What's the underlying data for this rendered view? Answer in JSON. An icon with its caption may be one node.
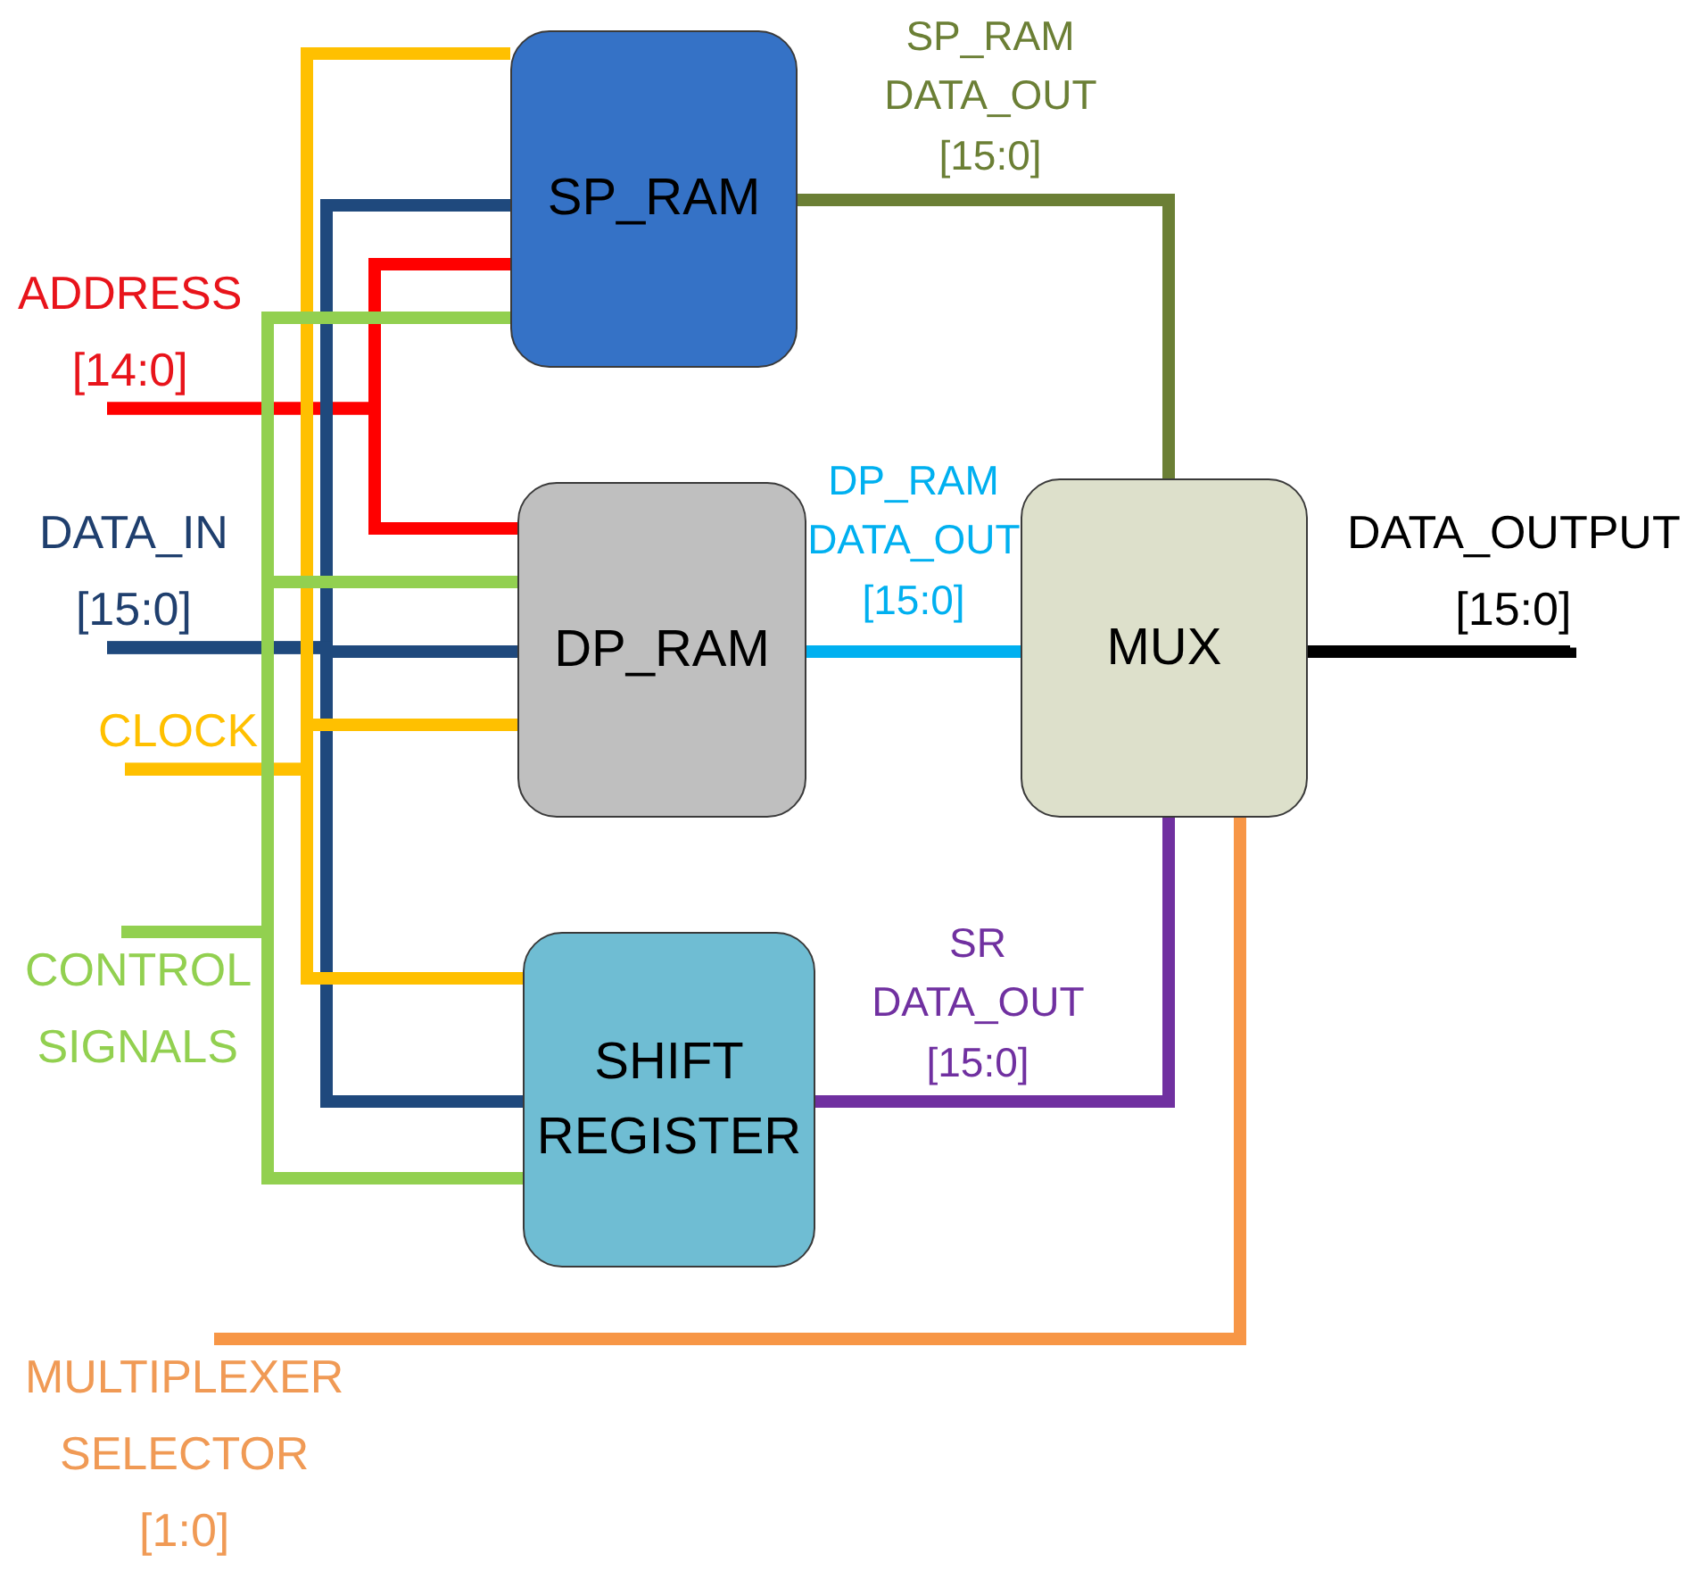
{
  "diagram": {
    "nodes": [
      {
        "text": [
          "SP_RAM"
        ]
      },
      {
        "text": [
          "DP_RAM"
        ]
      },
      {
        "text": [
          "SHIFT REGISTER"
        ]
      },
      {
        "text": [
          "MUX"
        ]
      },
      {
        "text": [
          "ADDRESS [14:0]"
        ]
      },
      {
        "text": [
          "DATA_IN [15:0]"
        ]
      },
      {
        "text": [
          "CLOCK"
        ]
      },
      {
        "text": [
          "CONTROL SIGNALS"
        ]
      },
      {
        "text": [
          "MULTIPLEXER SELECTOR [1:0]"
        ]
      },
      {
        "text": [
          "DATA_OUTPUT [15:0]"
        ]
      }
    ],
    "edges": [
      {
        "from": 4,
        "to": 0,
        "arrow": "none",
        "color": "#ff0000"
      },
      {
        "from": 4,
        "to": 1,
        "arrow": "none",
        "color": "#ff0000"
      },
      {
        "from": 5,
        "to": 0,
        "arrow": "none",
        "color": "#1f497d"
      },
      {
        "from": 5,
        "to": 1,
        "arrow": "none",
        "color": "#1f497d"
      },
      {
        "from": 5,
        "to": 2,
        "arrow": "none",
        "color": "#1f497d"
      },
      {
        "from": 6,
        "to": 0,
        "arrow": "none",
        "color": "#ffc000"
      },
      {
        "from": 6,
        "to": 1,
        "arrow": "none",
        "color": "#ffc000"
      },
      {
        "from": 6,
        "to": 2,
        "arrow": "none",
        "color": "#ffc000"
      },
      {
        "from": 7,
        "to": 0,
        "arrow": "none",
        "color": "#92d050"
      },
      {
        "from": 7,
        "to": 1,
        "arrow": "none",
        "color": "#92d050"
      },
      {
        "from": 7,
        "to": 2,
        "arrow": "none",
        "color": "#92d050"
      },
      {
        "from": 0,
        "to": 3,
        "arrow": "none",
        "label": "SP_RAM DATA_OUT [15:0]",
        "color": "#6b7f35"
      },
      {
        "from": 1,
        "to": 3,
        "arrow": "none",
        "label": "DP_RAM DATA_OUT [15:0]",
        "color": "#00b0f0"
      },
      {
        "from": 2,
        "to": 3,
        "arrow": "none",
        "label": "SR DATA_OUT [15:0]",
        "color": "#7030a0"
      },
      {
        "from": 3,
        "to": 9,
        "arrow": "none",
        "color": "#000000"
      },
      {
        "from": 8,
        "to": 3,
        "arrow": "none",
        "color": "#f79646"
      }
    ]
  }
}
